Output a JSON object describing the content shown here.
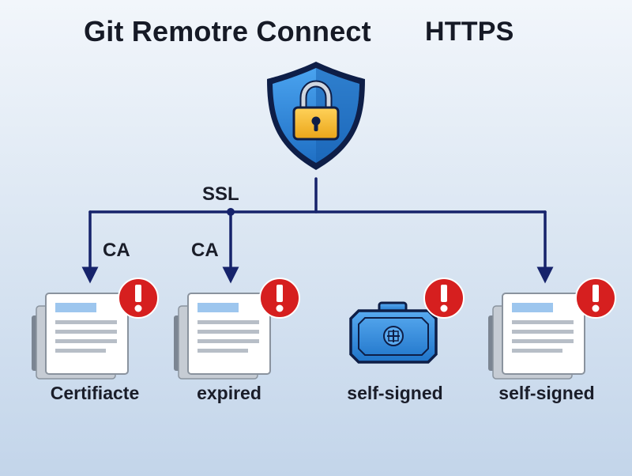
{
  "title": {
    "main": "Git Remotre Connect",
    "suffix": "HTTPS"
  },
  "edge_labels": {
    "ssl": "SSL",
    "ca_left": "CA",
    "ca_right": "CA"
  },
  "nodes": [
    {
      "label": "Certifiacte",
      "icon": "certificate-document-icon",
      "alert": "!"
    },
    {
      "label": "expired",
      "icon": "certificate-document-icon",
      "alert": "!"
    },
    {
      "label": "self-signed",
      "icon": "badge-token-icon",
      "alert": "!"
    },
    {
      "label": "self-signed",
      "icon": "certificate-document-icon",
      "alert": "!"
    }
  ],
  "colors": {
    "line": "#16236b",
    "shield": "#2f86d6",
    "shield_outline": "#0e1e47",
    "lock": "#f4b628",
    "alert": "#d61f1f",
    "badge": "#2f8bdc"
  }
}
